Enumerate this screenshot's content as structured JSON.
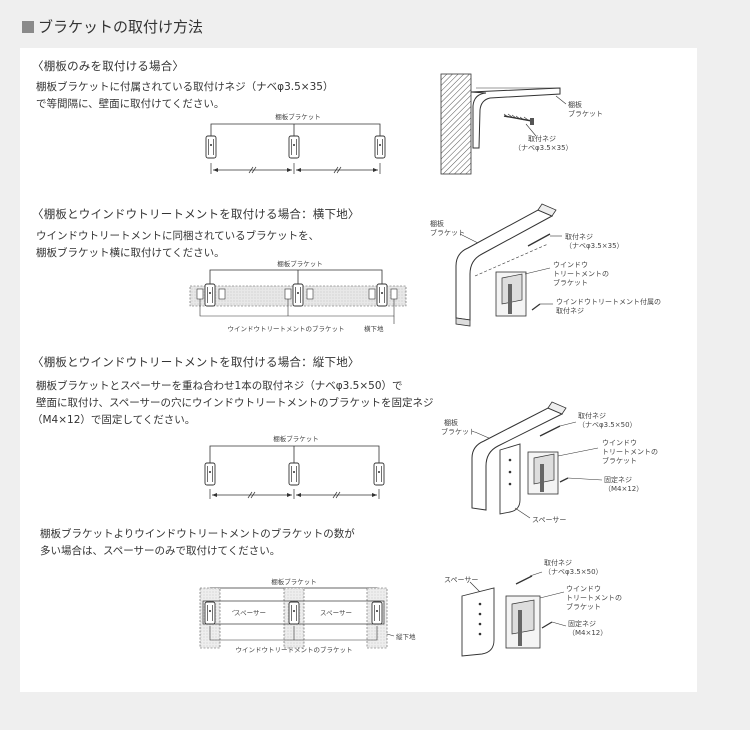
{
  "page": {
    "title": "ブラケットの取付け方法"
  },
  "sections": [
    {
      "title": "〈棚板のみを取付ける場合〉",
      "lines": [
        "棚板ブラケットに付属されている取付けネジ（ナベφ3.5×35）",
        "で等間隔に、壁面に取付けてください。"
      ],
      "diagram_label": "棚板ブラケット",
      "illust_labels": {
        "bracket": [
          "棚板",
          "ブラケット"
        ],
        "screw": [
          "取付ネジ",
          "（ナベφ3.5×35）"
        ]
      }
    },
    {
      "title": "〈棚板とウインドウトリートメントを取付ける場合：横下地〉",
      "lines": [
        "ウインドウトリートメントに同梱されているブラケットを、",
        "棚板ブラケット横に取付けてください。"
      ],
      "diagram_label": "棚板ブラケット",
      "bottom_label": "ウインドウトリートメントのブラケット",
      "side_label": "横下地",
      "illust_labels": {
        "bracket": [
          "棚板",
          "ブラケット"
        ],
        "screw": [
          "取付ネジ",
          "（ナベφ3.5×35）"
        ],
        "wt_bracket": [
          "ウインドウ",
          "トリートメントの",
          "ブラケット"
        ],
        "wt_screw": [
          "ウインドウトリートメント付属の",
          "取付ネジ"
        ]
      }
    },
    {
      "title": "〈棚板とウインドウトリートメントを取付ける場合：縦下地〉",
      "lines": [
        "棚板ブラケットとスペーサーを重ね合わせ1本の取付ネジ（ナベφ3.5×50）で",
        "壁面に取付け、スペーサーの穴にウインドウトリートメントのブラケットを固定ネジ",
        "（M4×12）で固定してください。"
      ],
      "diagram_label": "棚板ブラケット",
      "illust_labels": {
        "bracket": [
          "棚板",
          "ブラケット"
        ],
        "screw": [
          "取付ネジ",
          "（ナベφ3.5×50）"
        ],
        "wt_bracket": [
          "ウインドウ",
          "トリートメントの",
          "ブラケット"
        ],
        "fix_screw": [
          "固定ネジ",
          "（M4×12）"
        ],
        "spacer": "スペーサー"
      }
    },
    {
      "lines": [
        "棚板ブラケットよりウインドウトリートメントのブラケットの数が",
        "多い場合は、スペーサーのみで取付けてください。"
      ],
      "diagram_label": "棚板ブラケット",
      "spacer_label": "スペーサー",
      "side_label": "縦下地",
      "bottom_label": "ウインドウトリートメントのブラケット",
      "illust_labels": {
        "screw": [
          "取付ネジ",
          "（ナベφ3.5×50）"
        ],
        "spacer": "スペーサー",
        "wt_bracket": [
          "ウインドウ",
          "トリートメントの",
          "ブラケット"
        ],
        "fix_screw": [
          "固定ネジ",
          "（M4×12）"
        ]
      }
    }
  ]
}
